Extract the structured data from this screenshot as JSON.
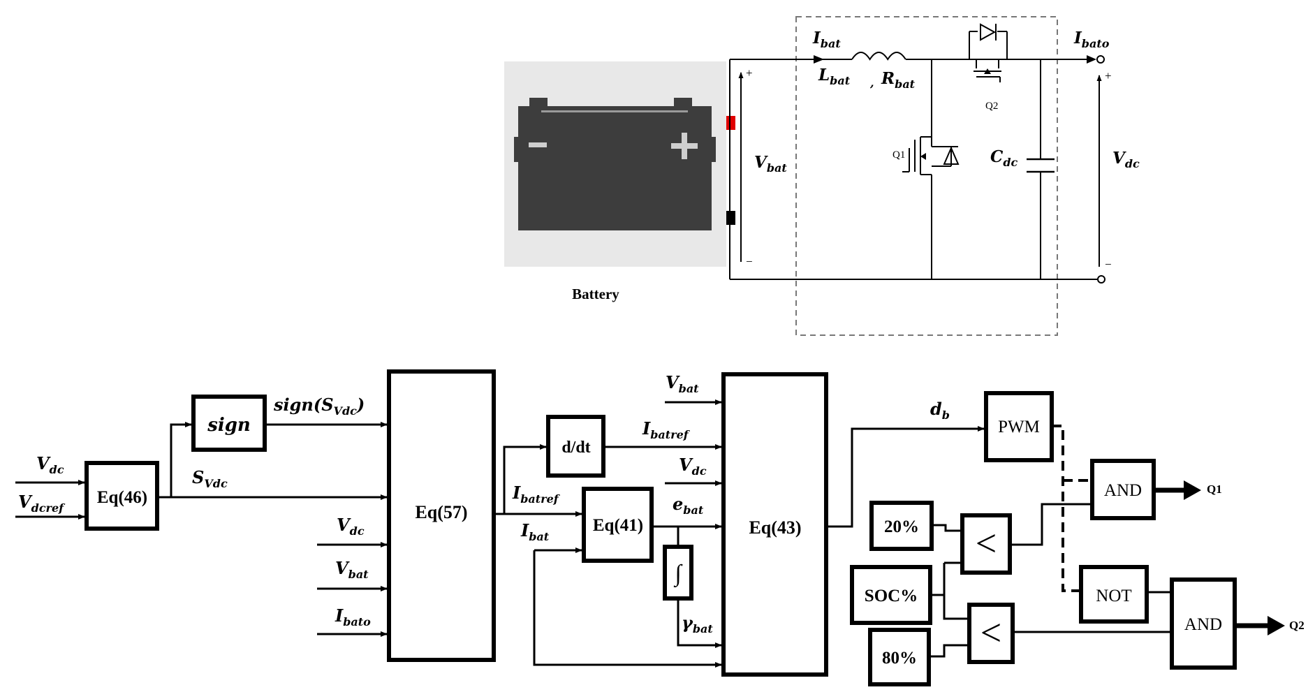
{
  "circuit": {
    "battery_caption": "Battery",
    "plus_sign": "+",
    "minus_sign": "−",
    "labels": {
      "ibat": {
        "main": "I",
        "sub": "bat"
      },
      "ibato": {
        "main": "I",
        "sub": "bato"
      },
      "lbat": {
        "main": "L",
        "sub": "bat"
      },
      "sep": ",",
      "rbat": {
        "main": "R",
        "sub": "bat"
      },
      "vbat": {
        "main": "V",
        "sub": "bat"
      },
      "cdc": {
        "main": "C",
        "sub": "dc"
      },
      "vdc": {
        "main": "V",
        "sub": "dc"
      },
      "q1": "Q1",
      "q2": "Q2"
    }
  },
  "control": {
    "blocks": {
      "eq46": "Eq(46)",
      "sign": "sign",
      "eq57": "Eq(57)",
      "ddt": "d/dt",
      "eq41": "Eq(41)",
      "integrator": "∫",
      "eq43": "Eq(43)",
      "pwm": "PWM",
      "and1": "AND",
      "and2": "AND",
      "not": "NOT",
      "cmp1": "<",
      "cmp2": "<",
      "pct20": "20%",
      "soc": "SOC%",
      "pct80": "80%"
    },
    "signals": {
      "vdc_in": {
        "main": "V",
        "sub": "dc"
      },
      "vdcref": {
        "main": "V",
        "sub": "dcref"
      },
      "sign_out": {
        "main": "sign(S",
        "sub": "Vdc",
        "tail": ")"
      },
      "svdc": {
        "main": "S",
        "sub": "Vdc"
      },
      "vdc_57": {
        "main": "V",
        "sub": "dc"
      },
      "vbat_57": {
        "main": "V",
        "sub": "bat"
      },
      "ibato_57": {
        "main": "I",
        "sub": "bato"
      },
      "ibatref_41": {
        "main": "I",
        "sub": "batref"
      },
      "ibat_41": {
        "main": "I",
        "sub": "bat"
      },
      "vbat_43": {
        "main": "V",
        "sub": "bat"
      },
      "ibatref_43": {
        "main": "I",
        "sub": "batref"
      },
      "vdc_43": {
        "main": "V",
        "sub": "dc"
      },
      "ebat_43": {
        "main": "e",
        "sub": "bat"
      },
      "gammabat_43": {
        "main": "γ",
        "sub": "bat"
      },
      "db": {
        "main": "d",
        "sub": "b"
      }
    },
    "outputs": {
      "q1": "Q1",
      "q2": "Q2"
    }
  }
}
